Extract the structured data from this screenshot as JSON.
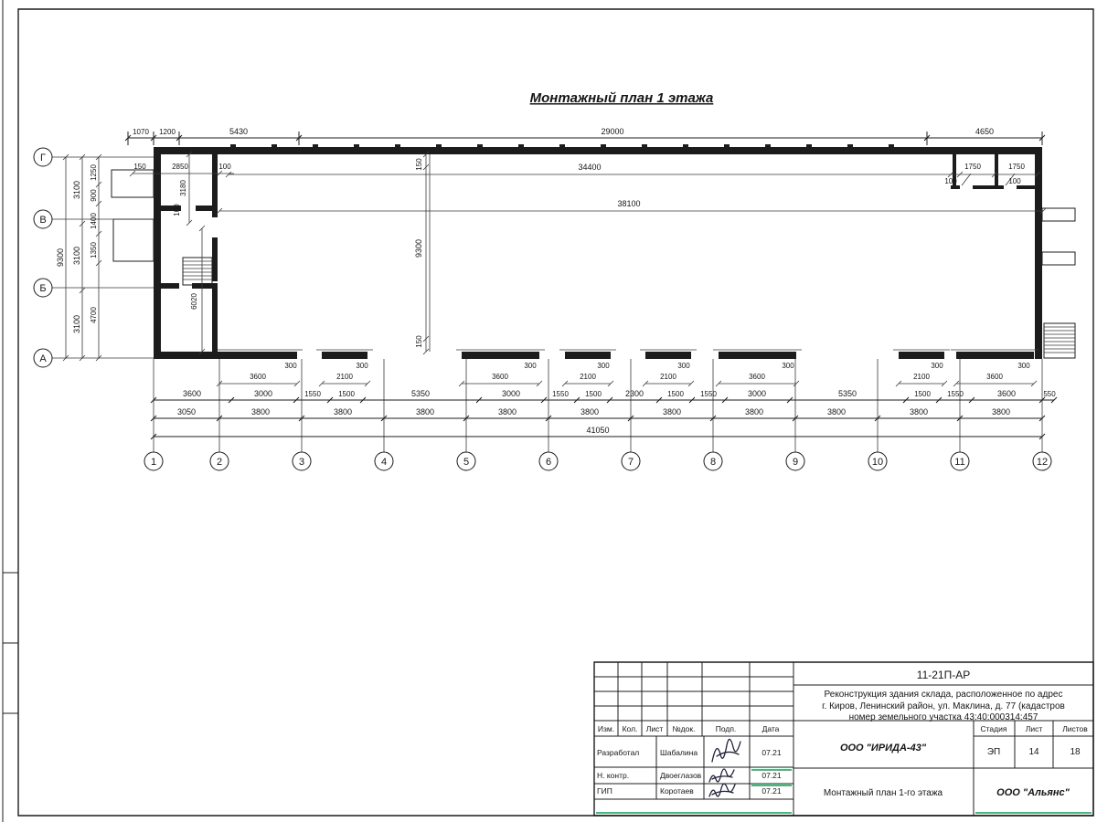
{
  "plan": {
    "title": "Монтажный план 1 этажа",
    "axis_rows": [
      "Г",
      "В",
      "Б",
      "А"
    ],
    "axis_cols": [
      "1",
      "2",
      "3",
      "4",
      "5",
      "6",
      "7",
      "8",
      "9",
      "10",
      "11",
      "12"
    ],
    "dims": {
      "top": [
        "1070",
        "1200",
        "5430",
        "29000",
        "4650"
      ],
      "inner_top": [
        "150",
        "2850",
        "100",
        "34400"
      ],
      "right_top": [
        "1750",
        "1750",
        "100",
        "100"
      ],
      "mid_total": "38100",
      "left_total": "9300",
      "left_chain": [
        "3100",
        "3100",
        "3100"
      ],
      "left_inner": [
        "1250",
        "900",
        "1400",
        "1350",
        "4700"
      ],
      "left_misc": [
        "3180",
        "100",
        "6020"
      ],
      "center": [
        "150",
        "9300",
        "150"
      ],
      "piers": [
        "3600",
        "2100",
        "3600",
        "2100",
        "2100",
        "3600",
        "2100",
        "3600"
      ],
      "pier_gaps": [
        "300",
        "300",
        "300",
        "300",
        "300",
        "300",
        "300",
        "300"
      ],
      "chain1": [
        "3600",
        "3000",
        "1550",
        "1500",
        "5350",
        "3000",
        "1550",
        "1500",
        "2300",
        "1500",
        "1550",
        "3000",
        "5350",
        "1500",
        "1550",
        "3600",
        "550"
      ],
      "chain2": [
        "3050",
        "3800",
        "3800",
        "3800",
        "3800",
        "3800",
        "3800",
        "3800",
        "3800",
        "3800",
        "3800"
      ],
      "total": "41050"
    }
  },
  "titleblock": {
    "doc_number": "11-21П-АР",
    "project_lines": [
      "Реконструкция здания склада, расположенное по адрес",
      "г. Киров, Ленинский район, ул. Маклина, д. 77 (кадастров",
      "номер земельного участка 43:40:000314:457"
    ],
    "columns": [
      "Изм.",
      "Кол.",
      "Лист",
      "№док.",
      "Подп.",
      "Дата"
    ],
    "rows": [
      {
        "role": "Разработал",
        "name": "Шабалина",
        "date": "07.21"
      },
      {
        "role": "Н. контр.",
        "name": "Двоеглазов",
        "date": "07.21"
      },
      {
        "role": "ГИП",
        "name": "Коротаев",
        "date": "07.21"
      }
    ],
    "org1": "ООО \"ИРИДА-43\"",
    "stage_label": "Стадия",
    "sheet_label": "Лист",
    "sheets_label": "Листов",
    "stage": "ЭП",
    "sheet": "14",
    "sheets": "18",
    "drawing_name": "Монтажный план 1-го этажа",
    "org2": "ООО \"Альянс\""
  }
}
